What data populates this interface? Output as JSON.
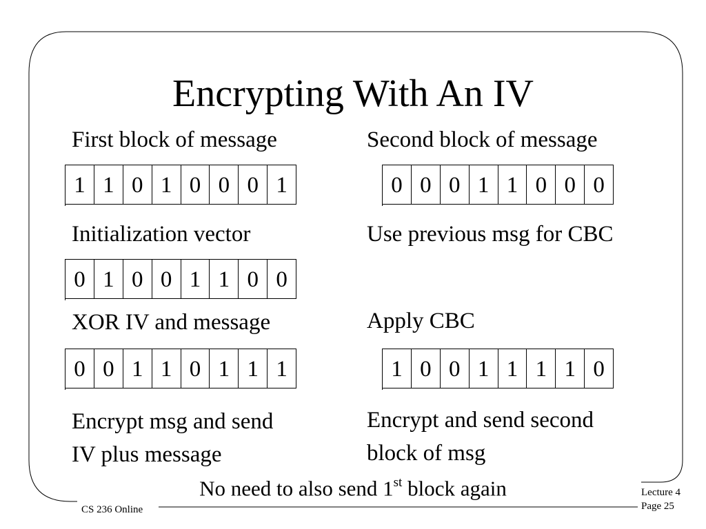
{
  "title": "Encrypting With An IV",
  "left": {
    "first_label": "First block of message",
    "first_bits": [
      "1",
      "1",
      "0",
      "1",
      "0",
      "0",
      "0",
      "1"
    ],
    "iv_label": "Initialization vector",
    "iv_bits": [
      "0",
      "1",
      "0",
      "0",
      "1",
      "1",
      "0",
      "0"
    ],
    "xor_label": "XOR IV and message",
    "xor_bits": [
      "0",
      "0",
      "1",
      "1",
      "0",
      "1",
      "1",
      "1"
    ],
    "encrypt_line1": "Encrypt msg and send",
    "encrypt_line2": "IV  plus message"
  },
  "right": {
    "second_label": "Second block of message",
    "second_bits": [
      "0",
      "0",
      "0",
      "1",
      "1",
      "0",
      "0",
      "0"
    ],
    "cbc_label": "Use previous msg for CBC",
    "apply_label": "Apply CBC",
    "apply_bits": [
      "1",
      "0",
      "0",
      "1",
      "1",
      "1",
      "1",
      "0"
    ],
    "encrypt_line1": "Encrypt and send second",
    "encrypt_line2": "block of msg"
  },
  "bottom_note": {
    "pre": "No need to also send 1",
    "sup": "st",
    "post": " block again"
  },
  "footer": {
    "course": "CS 236 Online",
    "lecture": "Lecture 4",
    "page": "Page 25"
  }
}
